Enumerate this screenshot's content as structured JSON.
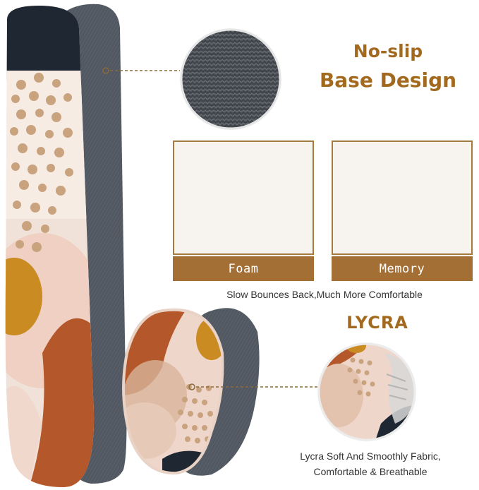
{
  "headline": {
    "line1": "No-slip",
    "line2": "Base Design"
  },
  "comparison": {
    "foam_label": "Foam",
    "memory_label": "Memory",
    "caption": "Slow Bounces Back,Much More Comfortable"
  },
  "lycra": {
    "heading": "LYCRA",
    "caption_line1": "Lycra Soft And Smoothly Fabric,",
    "caption_line2": "Comfortable & Breathable"
  },
  "colors": {
    "accent_gold": "#a36a1f",
    "label_bar": "#a36f35",
    "base_gray": "#4f555d",
    "navy": "#1f2733",
    "rust": "#b4572a",
    "blush": "#efd6cb",
    "dot_tan": "#c9a27e",
    "mustard": "#c98b22"
  }
}
